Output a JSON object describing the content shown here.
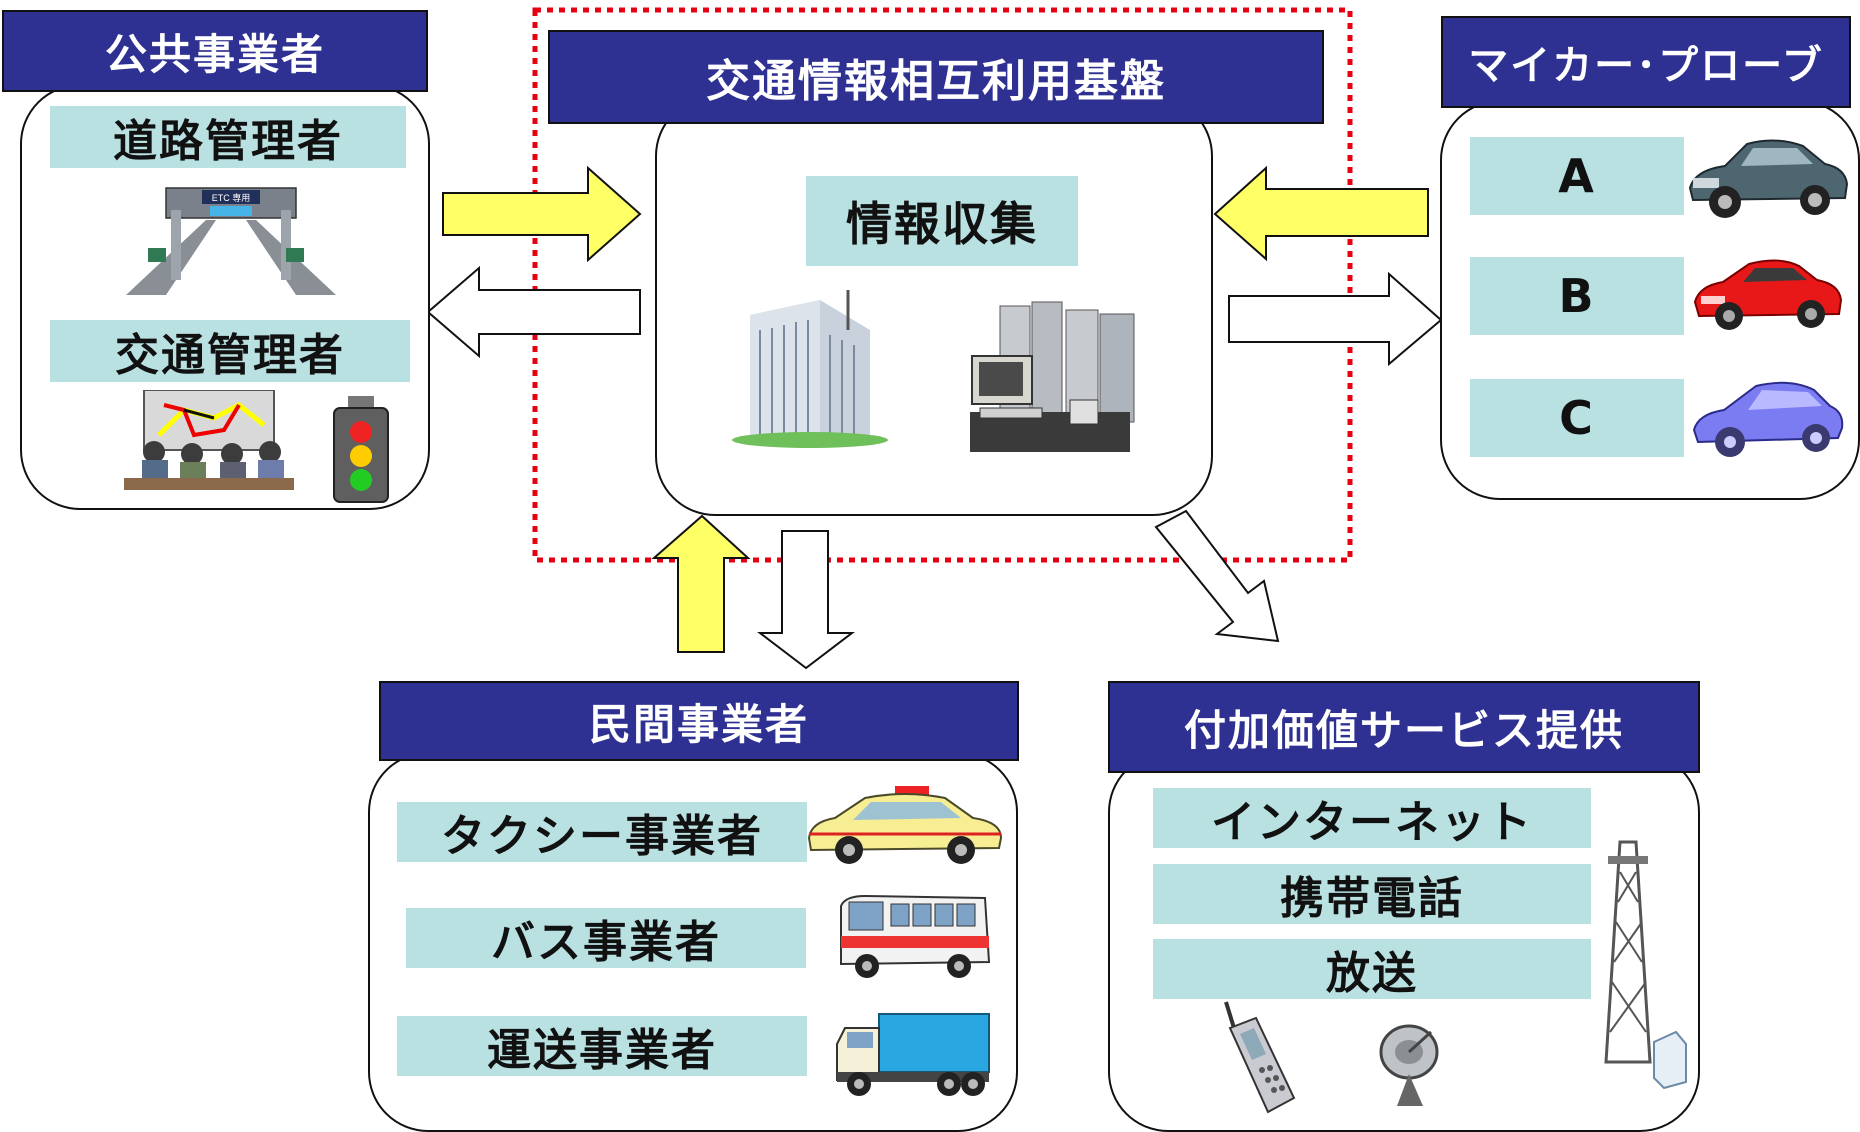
{
  "public": {
    "title": "公共事業者",
    "road_manager": "道路管理者",
    "traffic_manager": "交通管理者",
    "toll_sign": "ETC 専用"
  },
  "platform": {
    "title": "交通情報相互利用基盤",
    "collect": "情報収集"
  },
  "probe": {
    "title": "マイカー･プローブ",
    "items": [
      "A",
      "B",
      "C"
    ]
  },
  "private": {
    "title": "民間事業者",
    "items": [
      "タクシー事業者",
      "バス事業者",
      "運送事業者"
    ]
  },
  "services": {
    "title": "付加価値サービス提供",
    "items": [
      "インターネット",
      "携帯電話",
      "放送"
    ]
  },
  "colors": {
    "header_bg": "#2f3192",
    "label_bg": "#b9e1e2",
    "arrow_yellow": "#ffff66",
    "dotted_border": "#e60012"
  }
}
